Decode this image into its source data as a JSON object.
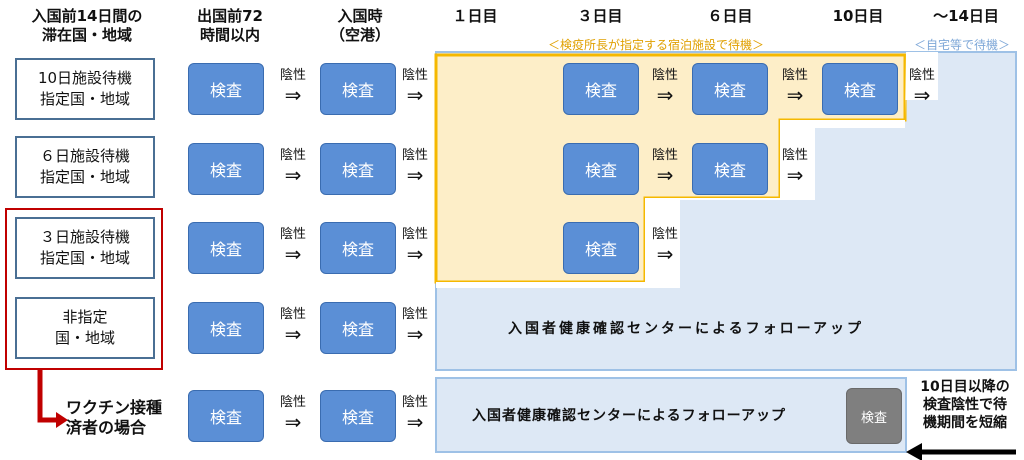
{
  "headers": {
    "stay_country": "入国前14日間の\n滞在国・地域",
    "pre_departure": "出国前72\n時間以内",
    "on_arrival": "入国時\n（空港）",
    "day1": "１日目",
    "day3": "３日目",
    "day6": "６日目",
    "day10": "10日目",
    "day14": "～14日目"
  },
  "notes": {
    "facility": "＜検疫所長が指定する宿泊施設で待機＞",
    "home": "＜自宅等で待機＞"
  },
  "countries": {
    "ten_day": "10日施設待機\n指定国・地域",
    "six_day": "６日施設待機\n指定国・地域",
    "three_day": "３日施設待機\n指定国・地域",
    "non_designated": "非指定\n国・地域"
  },
  "labels": {
    "test": "検査",
    "negative": "陰性",
    "arrow": "⇒",
    "follow_up": "入国者健康確認センターによるフォローアップ",
    "vaccinated": "ワクチン接種\n済者の場合",
    "shorten": "10日目以降の\n検査陰性で待\n機期間を短縮"
  },
  "colors": {
    "facility_fill": "#fdeec8",
    "facility_border": "#f5b800",
    "home_fill": "#dde8f5",
    "home_border": "#9ec1e6",
    "test_button": "#5b8fd6",
    "country_border": "#4a6f94",
    "highlight": "#c00000"
  }
}
